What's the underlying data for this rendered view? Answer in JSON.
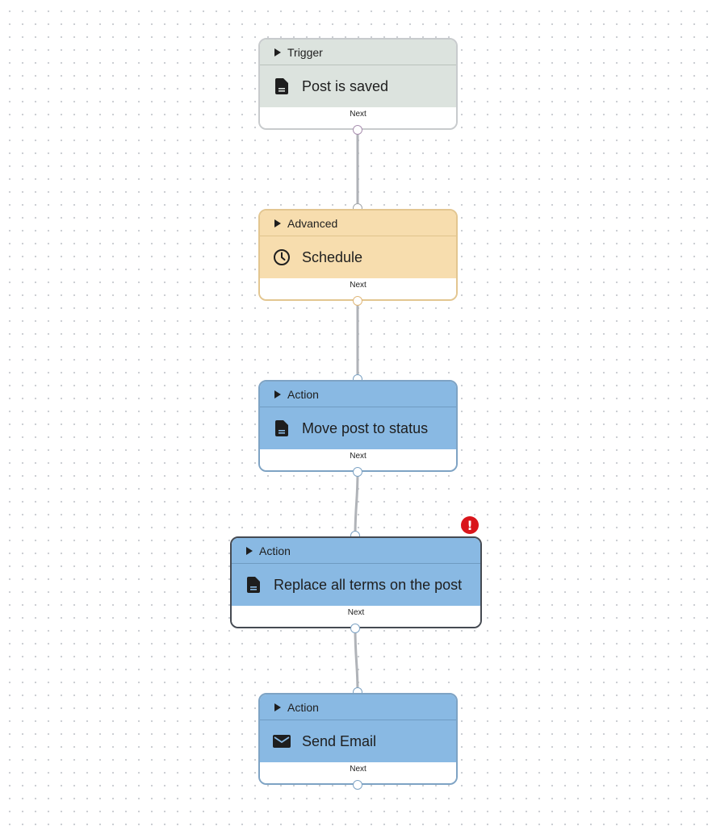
{
  "workflow": {
    "nodes": [
      {
        "category": "Trigger",
        "title": "Post is saved",
        "icon": "document-icon",
        "footer": "Next",
        "style": "trigger"
      },
      {
        "category": "Advanced",
        "title": "Schedule",
        "icon": "clock-icon",
        "footer": "Next",
        "style": "advanced"
      },
      {
        "category": "Action",
        "title": "Move post to status",
        "icon": "document-icon",
        "footer": "Next",
        "style": "action"
      },
      {
        "category": "Action",
        "title": "Replace all terms on the post",
        "icon": "document-icon",
        "footer": "Next",
        "style": "action",
        "selected": true,
        "has_error": true,
        "error_symbol": "!"
      },
      {
        "category": "Action",
        "title": "Send Email",
        "icon": "email-icon",
        "footer": "Next",
        "style": "action"
      }
    ]
  },
  "colors": {
    "trigger_bg": "#dce3de",
    "advanced_bg": "#f7ddae",
    "action_bg": "#89b9e3",
    "error": "#d9151b",
    "connector": "#b0b3b8"
  }
}
